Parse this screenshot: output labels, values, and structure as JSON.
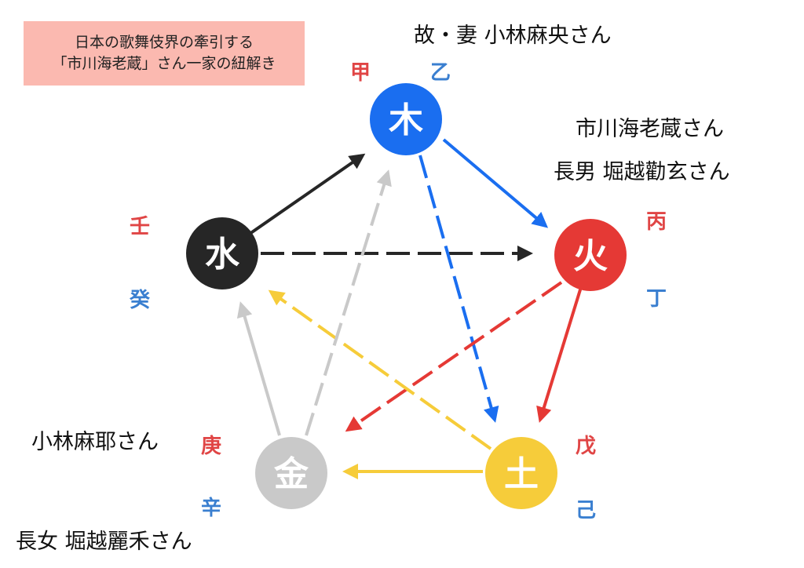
{
  "title": {
    "line1": "日本の歌舞伎界の牽引する",
    "line2": "「市川海老蔵」さん一家の紐解き"
  },
  "people": {
    "wife": "故・妻 小林麻央さん",
    "ebizo": "市川海老蔵さん",
    "son": "長男 堀越勸玄さん",
    "maya": "小林麻耶さん",
    "daughter": "長女 堀越麗禾さん"
  },
  "elements": {
    "wood": "木",
    "fire": "火",
    "earth": "土",
    "metal": "金",
    "water": "水"
  },
  "stems": {
    "jia": "甲",
    "yi": "乙",
    "bing": "丙",
    "ding": "丁",
    "wu": "戊",
    "ji": "己",
    "geng": "庚",
    "xin": "辛",
    "ren": "壬",
    "gui": "癸"
  },
  "colors": {
    "wood": "#1a6ef0",
    "fire": "#e53935",
    "earth": "#f6cc3a",
    "metal": "#c9c9c9",
    "water": "#262626"
  }
}
